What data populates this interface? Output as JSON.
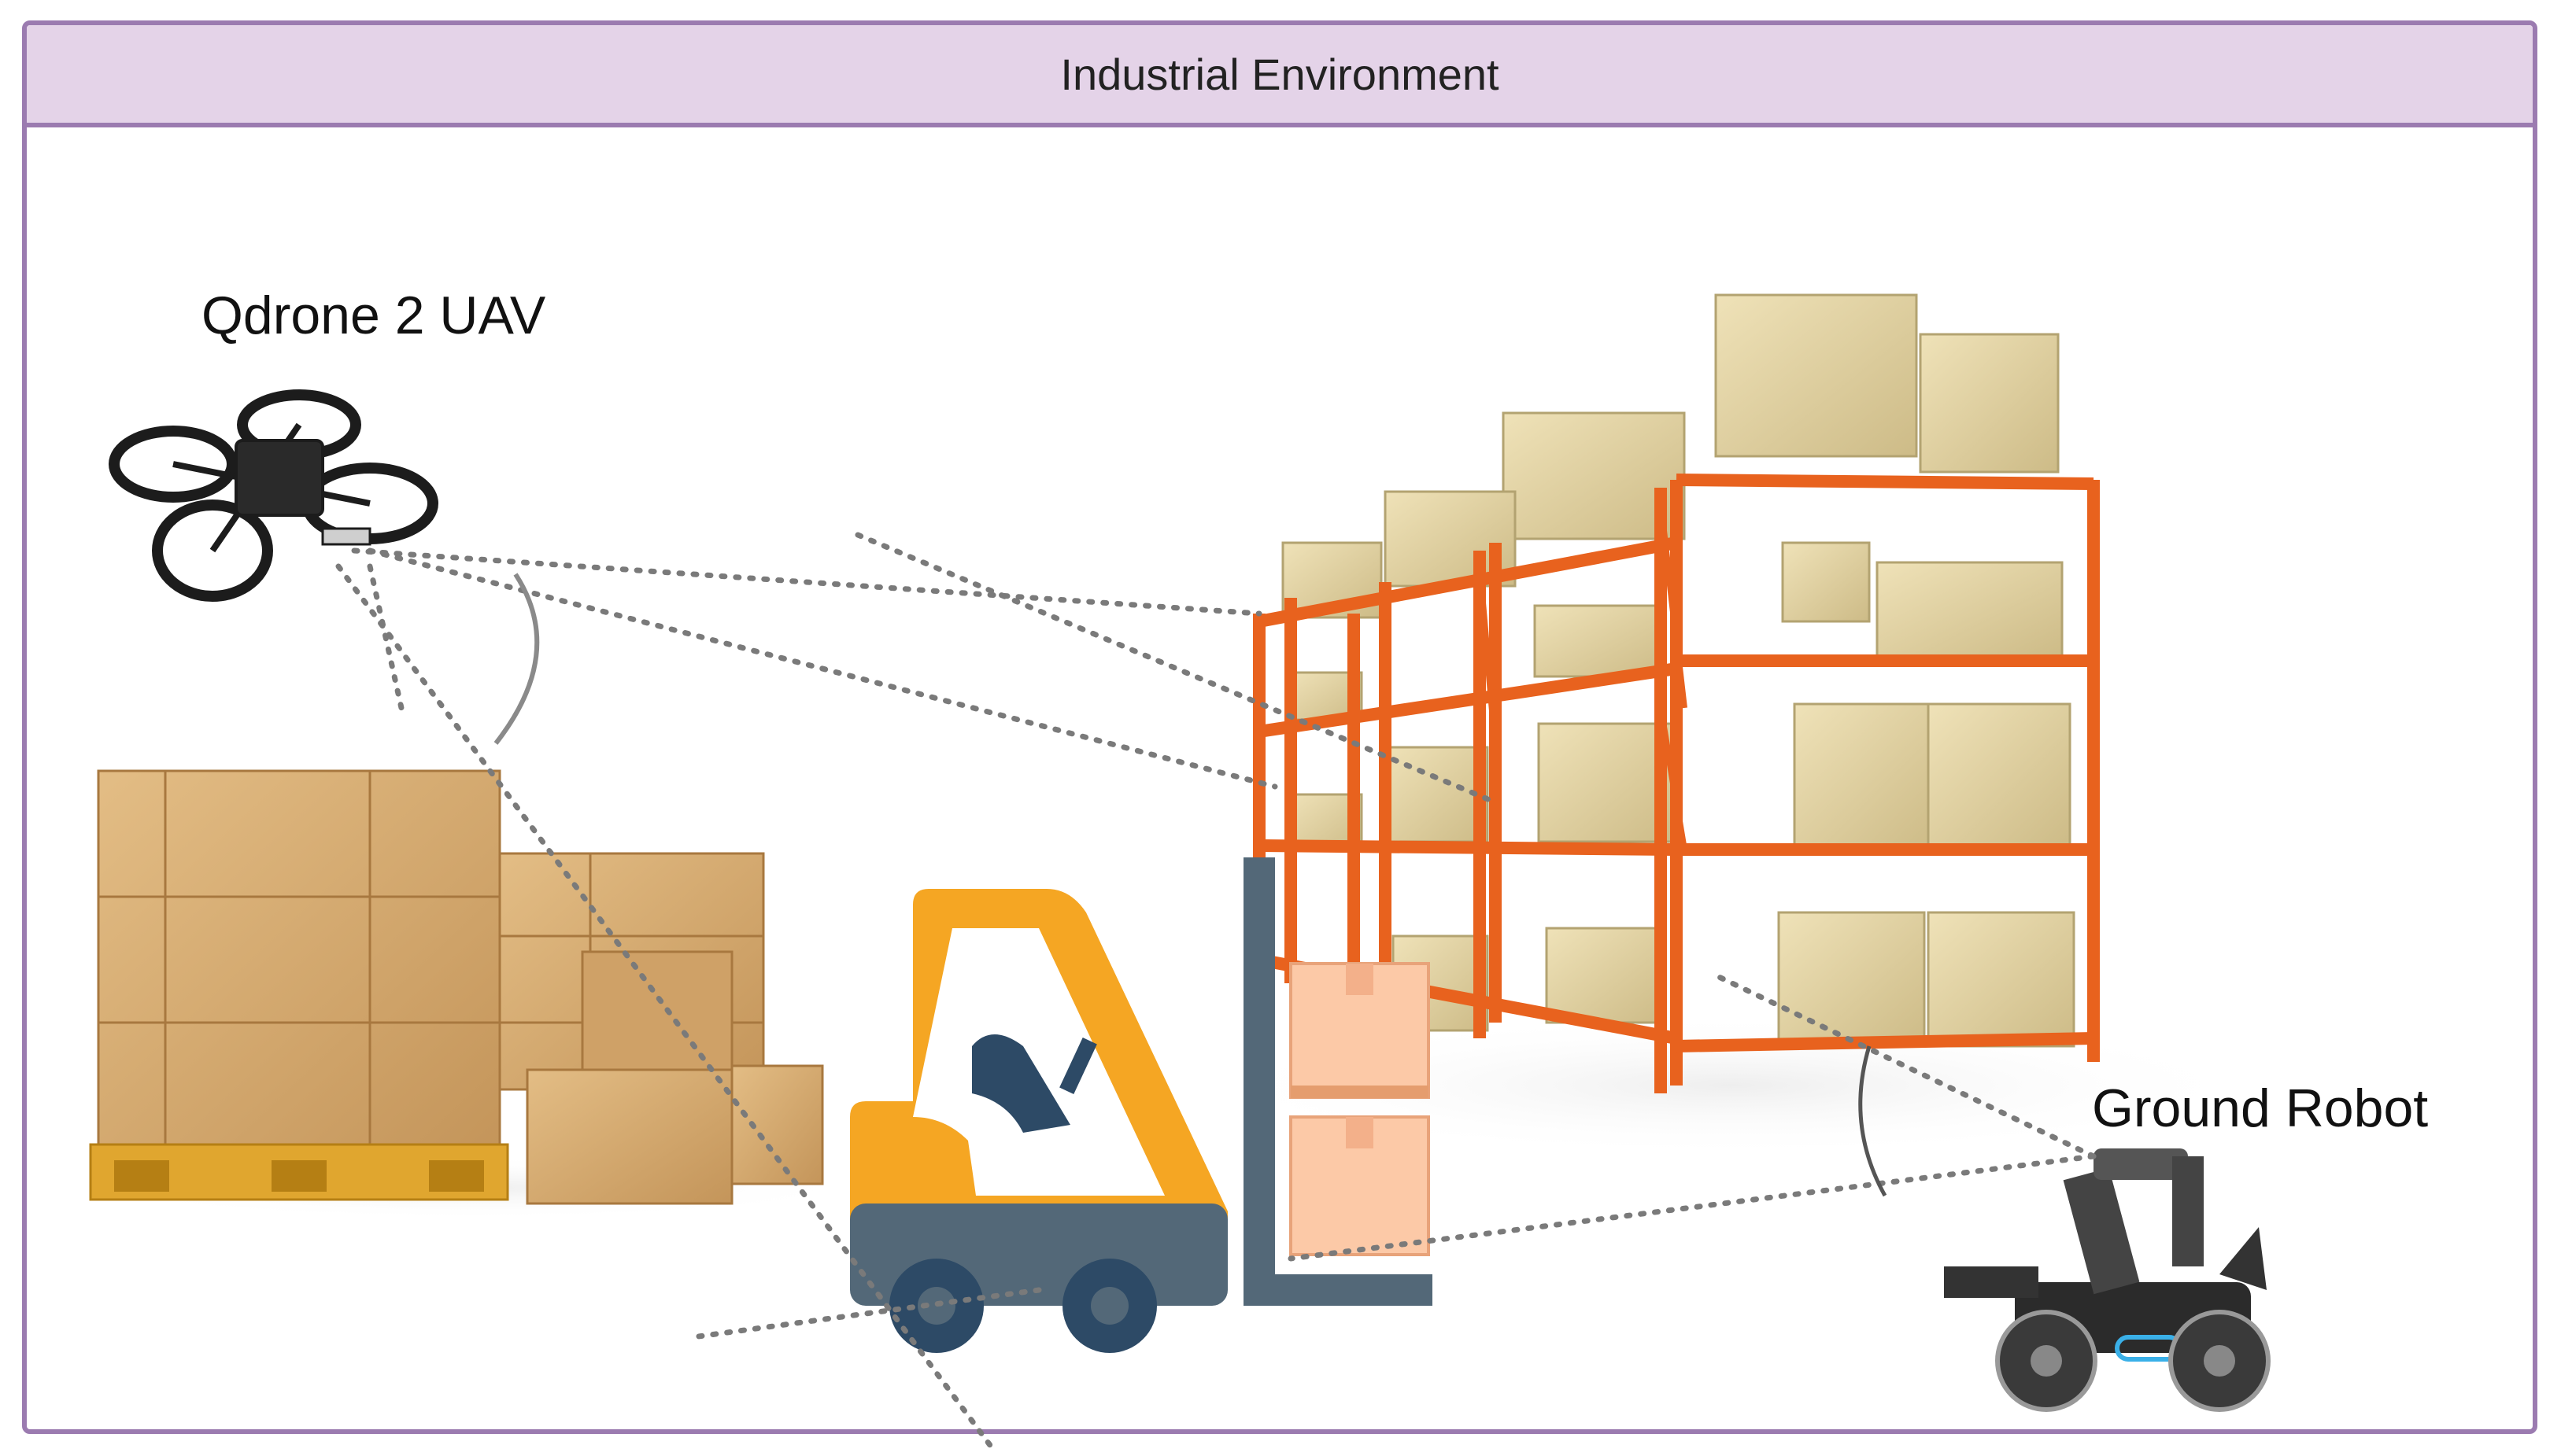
{
  "title": "Industrial Environment",
  "labels": {
    "uav": "Qdrone 2 UAV",
    "robot": "Ground Robot"
  },
  "colors": {
    "frame_border": "#9b7bb0",
    "header_fill": "#e4d3e8",
    "rack": "#e8621e",
    "box": "#d3a970",
    "forklift_body": "#f5a623",
    "forklift_base": "#536878"
  },
  "icons": [
    "drone-icon",
    "box-pallet-icon",
    "forklift-icon",
    "warehouse-rack-icon",
    "ground-robot-icon"
  ]
}
